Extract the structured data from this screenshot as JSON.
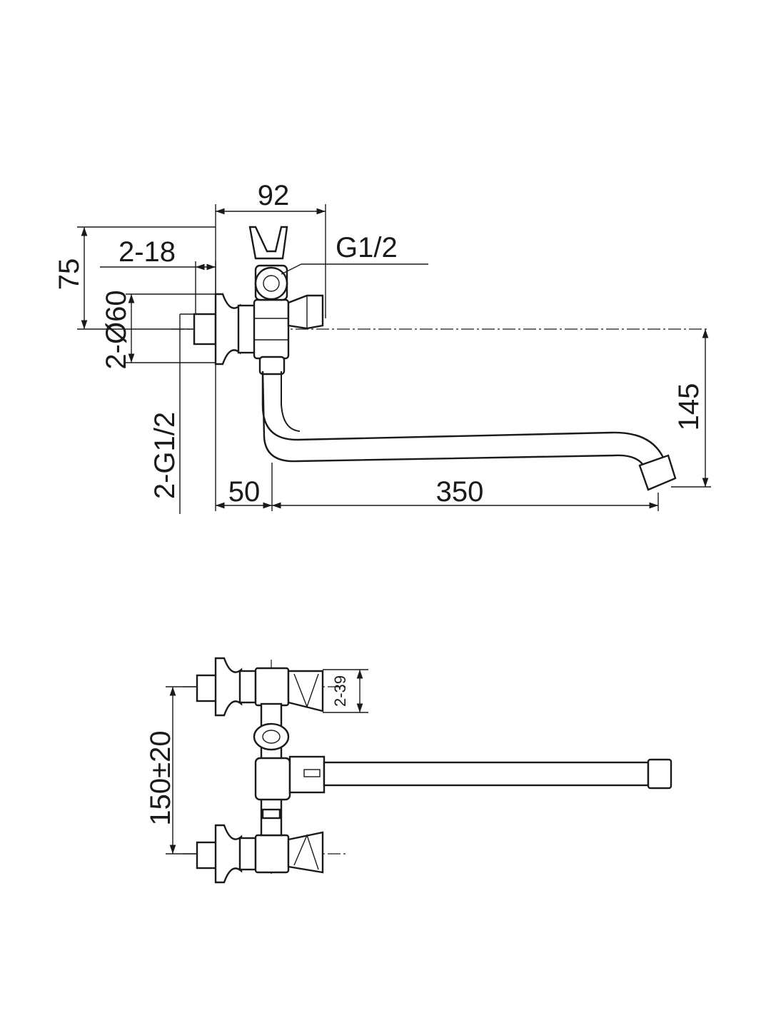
{
  "side_view": {
    "dim_width_top": "92",
    "dim_outlet_thread": "G1/2",
    "dim_flange_thickness": "2-18",
    "dim_height_75": "75",
    "dim_flange_diameter": "2-Ø60",
    "dim_inlet_thread": "2-G1/2",
    "dim_offset_50": "50",
    "dim_spout_reach": "350",
    "dim_spout_drop": "145"
  },
  "front_view": {
    "dim_handle": "2-39",
    "dim_centers": "150±20"
  }
}
